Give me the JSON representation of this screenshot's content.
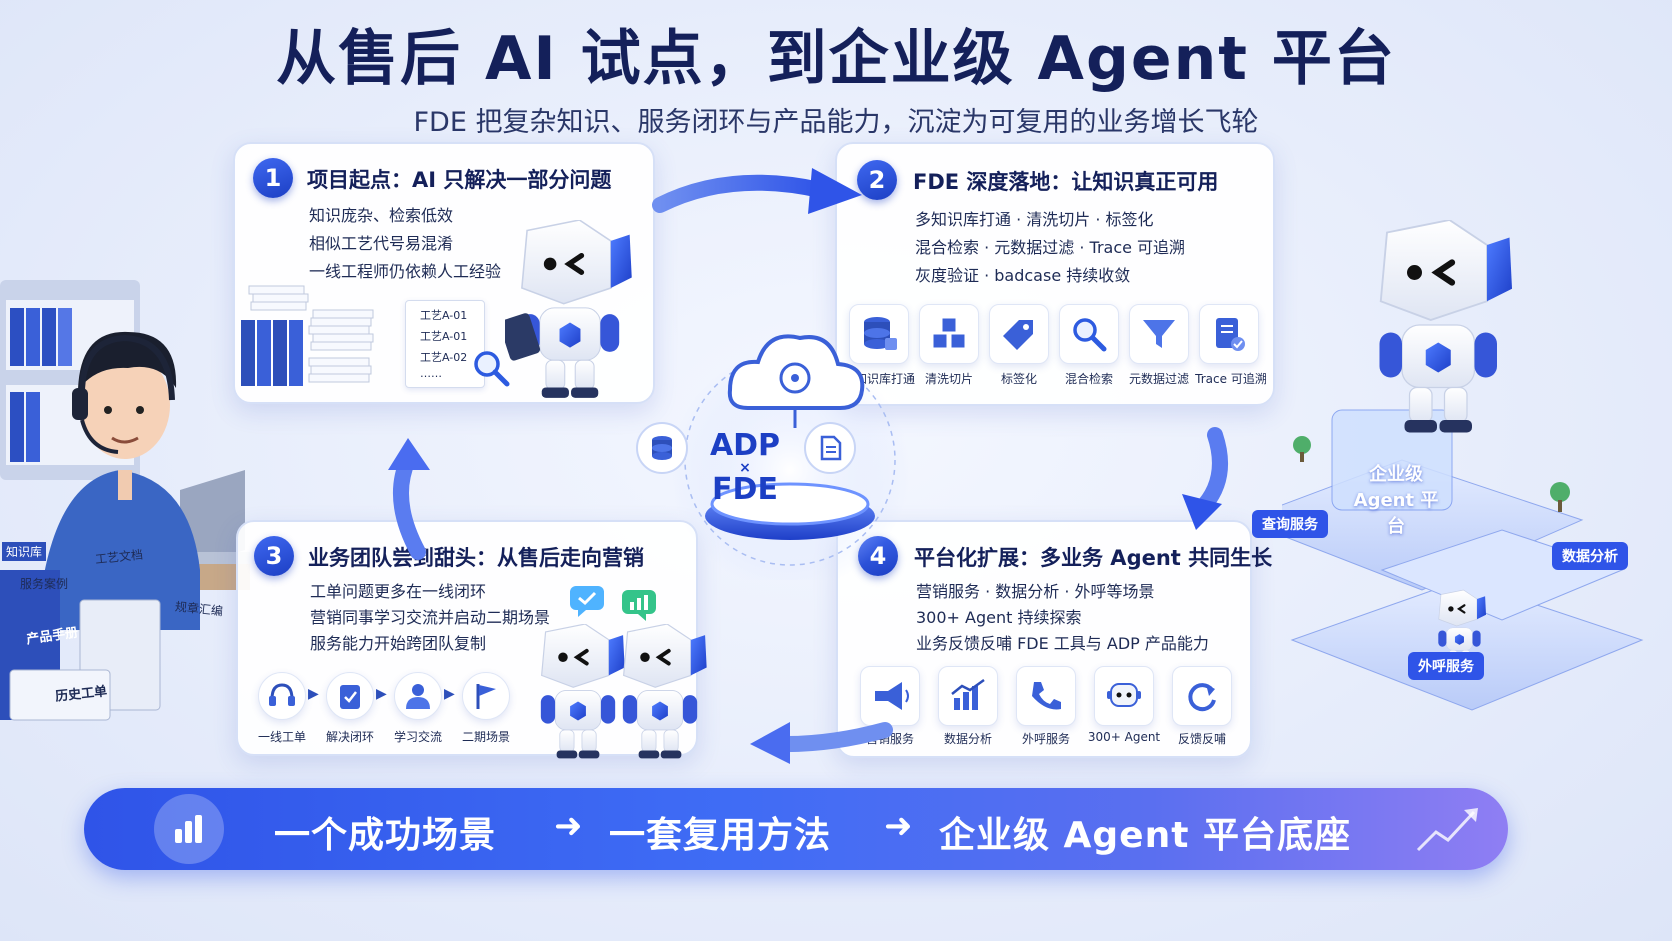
{
  "header": {
    "title": "从售后 AI 试点，到企业级 Agent 平台",
    "subtitle": "FDE 把复杂知识、服务闭环与产品能力，沉淀为可复用的业务增长飞轮"
  },
  "steps": [
    {
      "number": "1",
      "title": "项目起点：AI 只解决一部分问题",
      "lines": [
        "知识庞杂、检索低效",
        "相似工艺代号易混淆",
        "一线工程师仍依赖人工经验"
      ],
      "doc_codes": [
        "工艺A-01",
        "工艺A-01",
        "工艺A-02",
        "……"
      ]
    },
    {
      "number": "2",
      "title": "FDE 深度落地：让知识真正可用",
      "lines": [
        "多知识库打通 · 清洗切片 · 标签化",
        "混合检索 · 元数据过滤 · Trace 可追溯",
        "灰度验证 · badcase 持续收敛"
      ],
      "tiles": [
        {
          "icon": "database-icon",
          "label": "多知识库打通"
        },
        {
          "icon": "cubes-icon",
          "label": "清洗切片"
        },
        {
          "icon": "tag-icon",
          "label": "标签化"
        },
        {
          "icon": "magnifier-icon",
          "label": "混合检索"
        },
        {
          "icon": "funnel-icon",
          "label": "元数据过滤"
        },
        {
          "icon": "document-check-icon",
          "label": "Trace 可追溯"
        }
      ]
    },
    {
      "number": "3",
      "title": "业务团队尝到甜头：从售后走向营销",
      "lines": [
        "工单问题更多在一线闭环",
        "营销同事学习交流并启动二期场景",
        "服务能力开始跨团队复制"
      ],
      "flow": [
        {
          "icon": "headset-icon",
          "label": "一线工单"
        },
        {
          "icon": "clipboard-check-icon",
          "label": "解决闭环"
        },
        {
          "icon": "people-icon",
          "label": "学习交流"
        },
        {
          "icon": "flag-icon",
          "label": "二期场景"
        }
      ]
    },
    {
      "number": "4",
      "title": "平台化扩展：多业务 Agent 共同生长",
      "lines": [
        "营销服务 · 数据分析 · 外呼等场景",
        "300+ Agent 持续探索",
        "业务反馈反哺 FDE 工具与 ADP 产品能力"
      ],
      "tiles": [
        {
          "icon": "megaphone-icon",
          "label": "营销服务"
        },
        {
          "icon": "bar-chart-icon",
          "label": "数据分析"
        },
        {
          "icon": "phone-icon",
          "label": "外呼服务"
        },
        {
          "icon": "robot-icon",
          "label": "300+ Agent"
        },
        {
          "icon": "refresh-icon",
          "label": "反馈反哺"
        }
      ]
    }
  ],
  "hub": {
    "top": "ADP",
    "mid": "×",
    "bottom": "FDE"
  },
  "left_scene": {
    "binders": [
      "工艺文档",
      "服务案例",
      "规章汇编",
      "产品手册",
      "历史工单"
    ],
    "sign": "知识库"
  },
  "right_scene": {
    "platform_label": [
      "企业级",
      "Agent 平台"
    ],
    "tags": [
      "查询服务",
      "数据分析",
      "外呼服务"
    ]
  },
  "banner": {
    "parts": [
      "一个成功场景",
      "一套复用方法",
      "企业级 Agent 平台底座"
    ],
    "arrow": "➜"
  },
  "colors": {
    "brand": "#2f54e8",
    "navy": "#14205a",
    "accent": "#3f68f0",
    "background": "#e7edfb"
  }
}
